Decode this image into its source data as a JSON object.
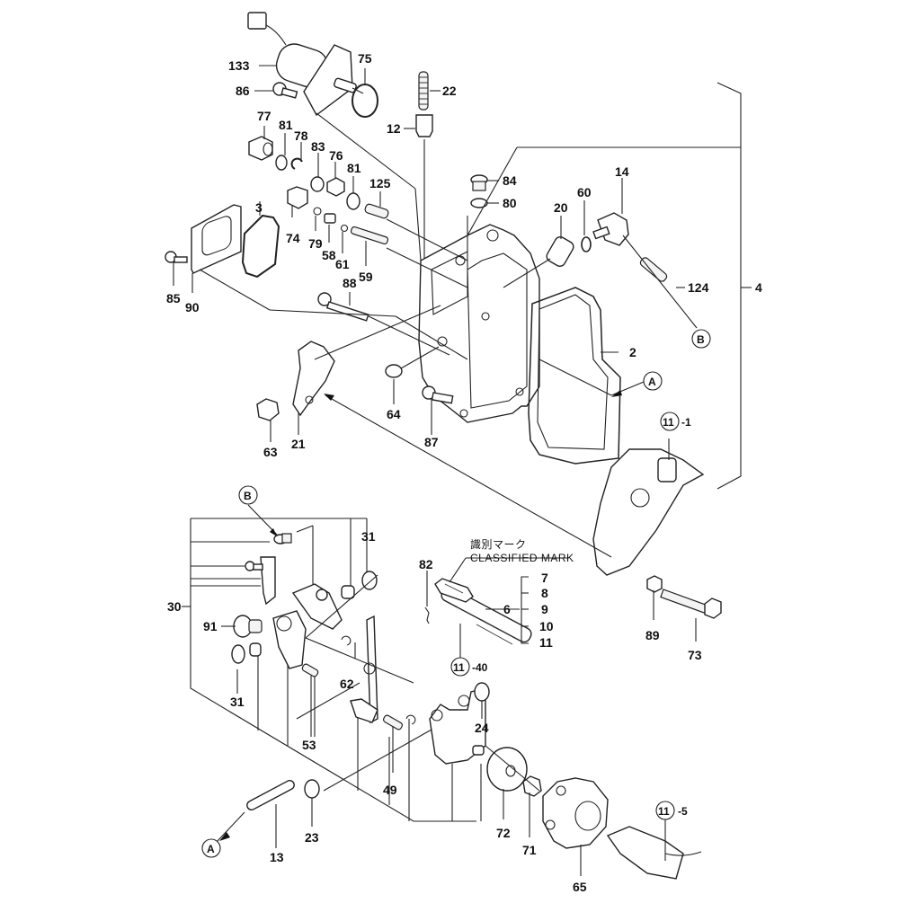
{
  "diagram": {
    "type": "exploded-parts-diagram",
    "subject": "Fuel injection pump governor housing assembly",
    "classified_mark_label_jp": "識別マーク",
    "classified_mark_label_en": "CLASSIFIED MARK",
    "reference_markers": [
      "A",
      "B"
    ],
    "subassembly_refs": [
      {
        "circle": "11",
        "suffix": "-1"
      },
      {
        "circle": "11",
        "suffix": "-40"
      },
      {
        "circle": "11",
        "suffix": "-5"
      }
    ],
    "callouts": {
      "p133": "133",
      "p86": "86",
      "p75": "75",
      "p22": "22",
      "p12": "12",
      "p77": "77",
      "p81a": "81",
      "p78": "78",
      "p83": "83",
      "p76": "76",
      "p81b": "81",
      "p125": "125",
      "p3": "3",
      "p74": "74",
      "p79": "79",
      "p58": "58",
      "p61": "61",
      "p59": "59",
      "p85": "85",
      "p90": "90",
      "p88": "88",
      "p84": "84",
      "p80": "80",
      "p20": "20",
      "p60": "60",
      "p14": "14",
      "p124": "124",
      "p2": "2",
      "p4": "4",
      "p63": "63",
      "p21": "21",
      "p64": "64",
      "p87": "87",
      "p31a": "31",
      "p30": "30",
      "p91": "91",
      "p31b": "31",
      "p62": "62",
      "p53": "53",
      "p82": "82",
      "p6": "6",
      "p7": "7",
      "p8": "8",
      "p9": "9",
      "p10": "10",
      "p11": "11",
      "p89": "89",
      "p73": "73",
      "p24": "24",
      "p49": "49",
      "p23": "23",
      "p13": "13",
      "p72": "72",
      "p71": "71",
      "p65": "65"
    },
    "group_6_members": [
      "7",
      "8",
      "9",
      "10",
      "11"
    ]
  }
}
